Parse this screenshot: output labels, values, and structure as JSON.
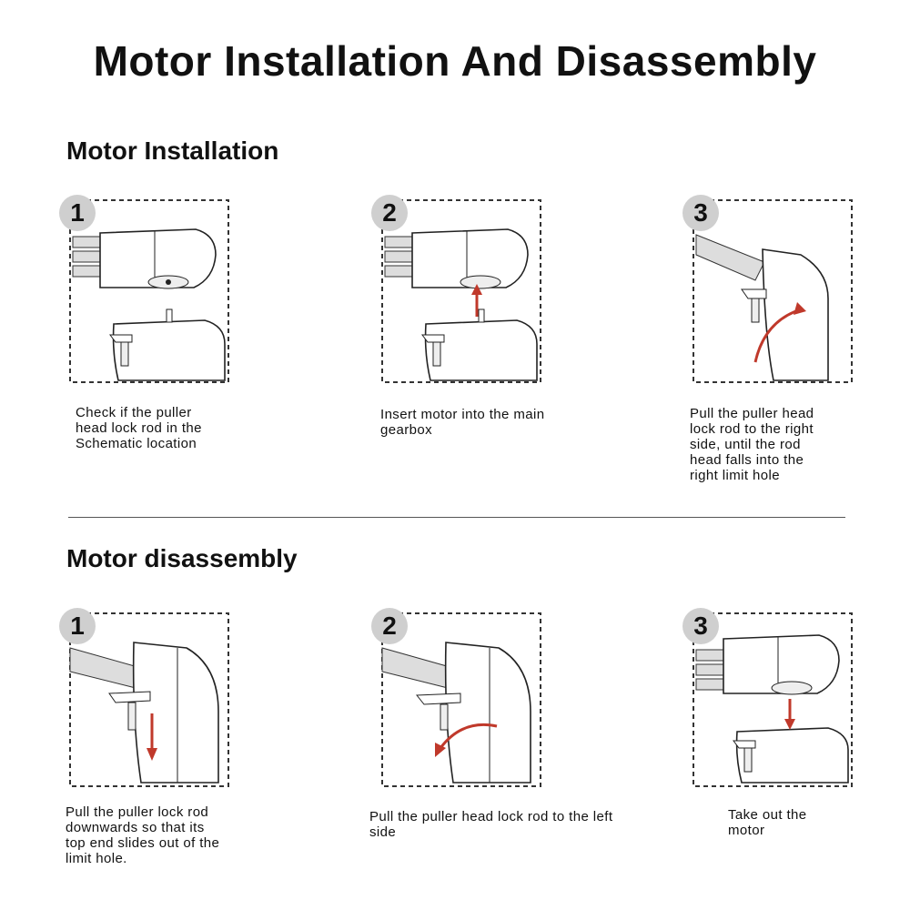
{
  "page": {
    "title": "Motor Installation And Disassembly"
  },
  "installation": {
    "heading": "Motor Installation",
    "steps": [
      {
        "number": "1",
        "caption": "Check if the puller head lock rod in the Schematic location"
      },
      {
        "number": "2",
        "caption": "Insert motor into the main gearbox"
      },
      {
        "number": "3",
        "caption": "Pull the puller head lock rod to the right side, until the rod head falls into the right limit hole"
      }
    ]
  },
  "disassembly": {
    "heading": "Motor disassembly",
    "steps": [
      {
        "number": "1",
        "caption": "Pull the puller lock rod downwards so that its top end slides out of the limit hole."
      },
      {
        "number": "2",
        "caption": "Pull the puller head lock rod to the left side"
      },
      {
        "number": "3",
        "caption": "Take out the motor"
      }
    ]
  },
  "colors": {
    "arrow": "#c0392b",
    "badge": "#cfcfcf"
  },
  "icons": {
    "step_badge": "numbered-circle",
    "arrow": "red-arrow"
  }
}
